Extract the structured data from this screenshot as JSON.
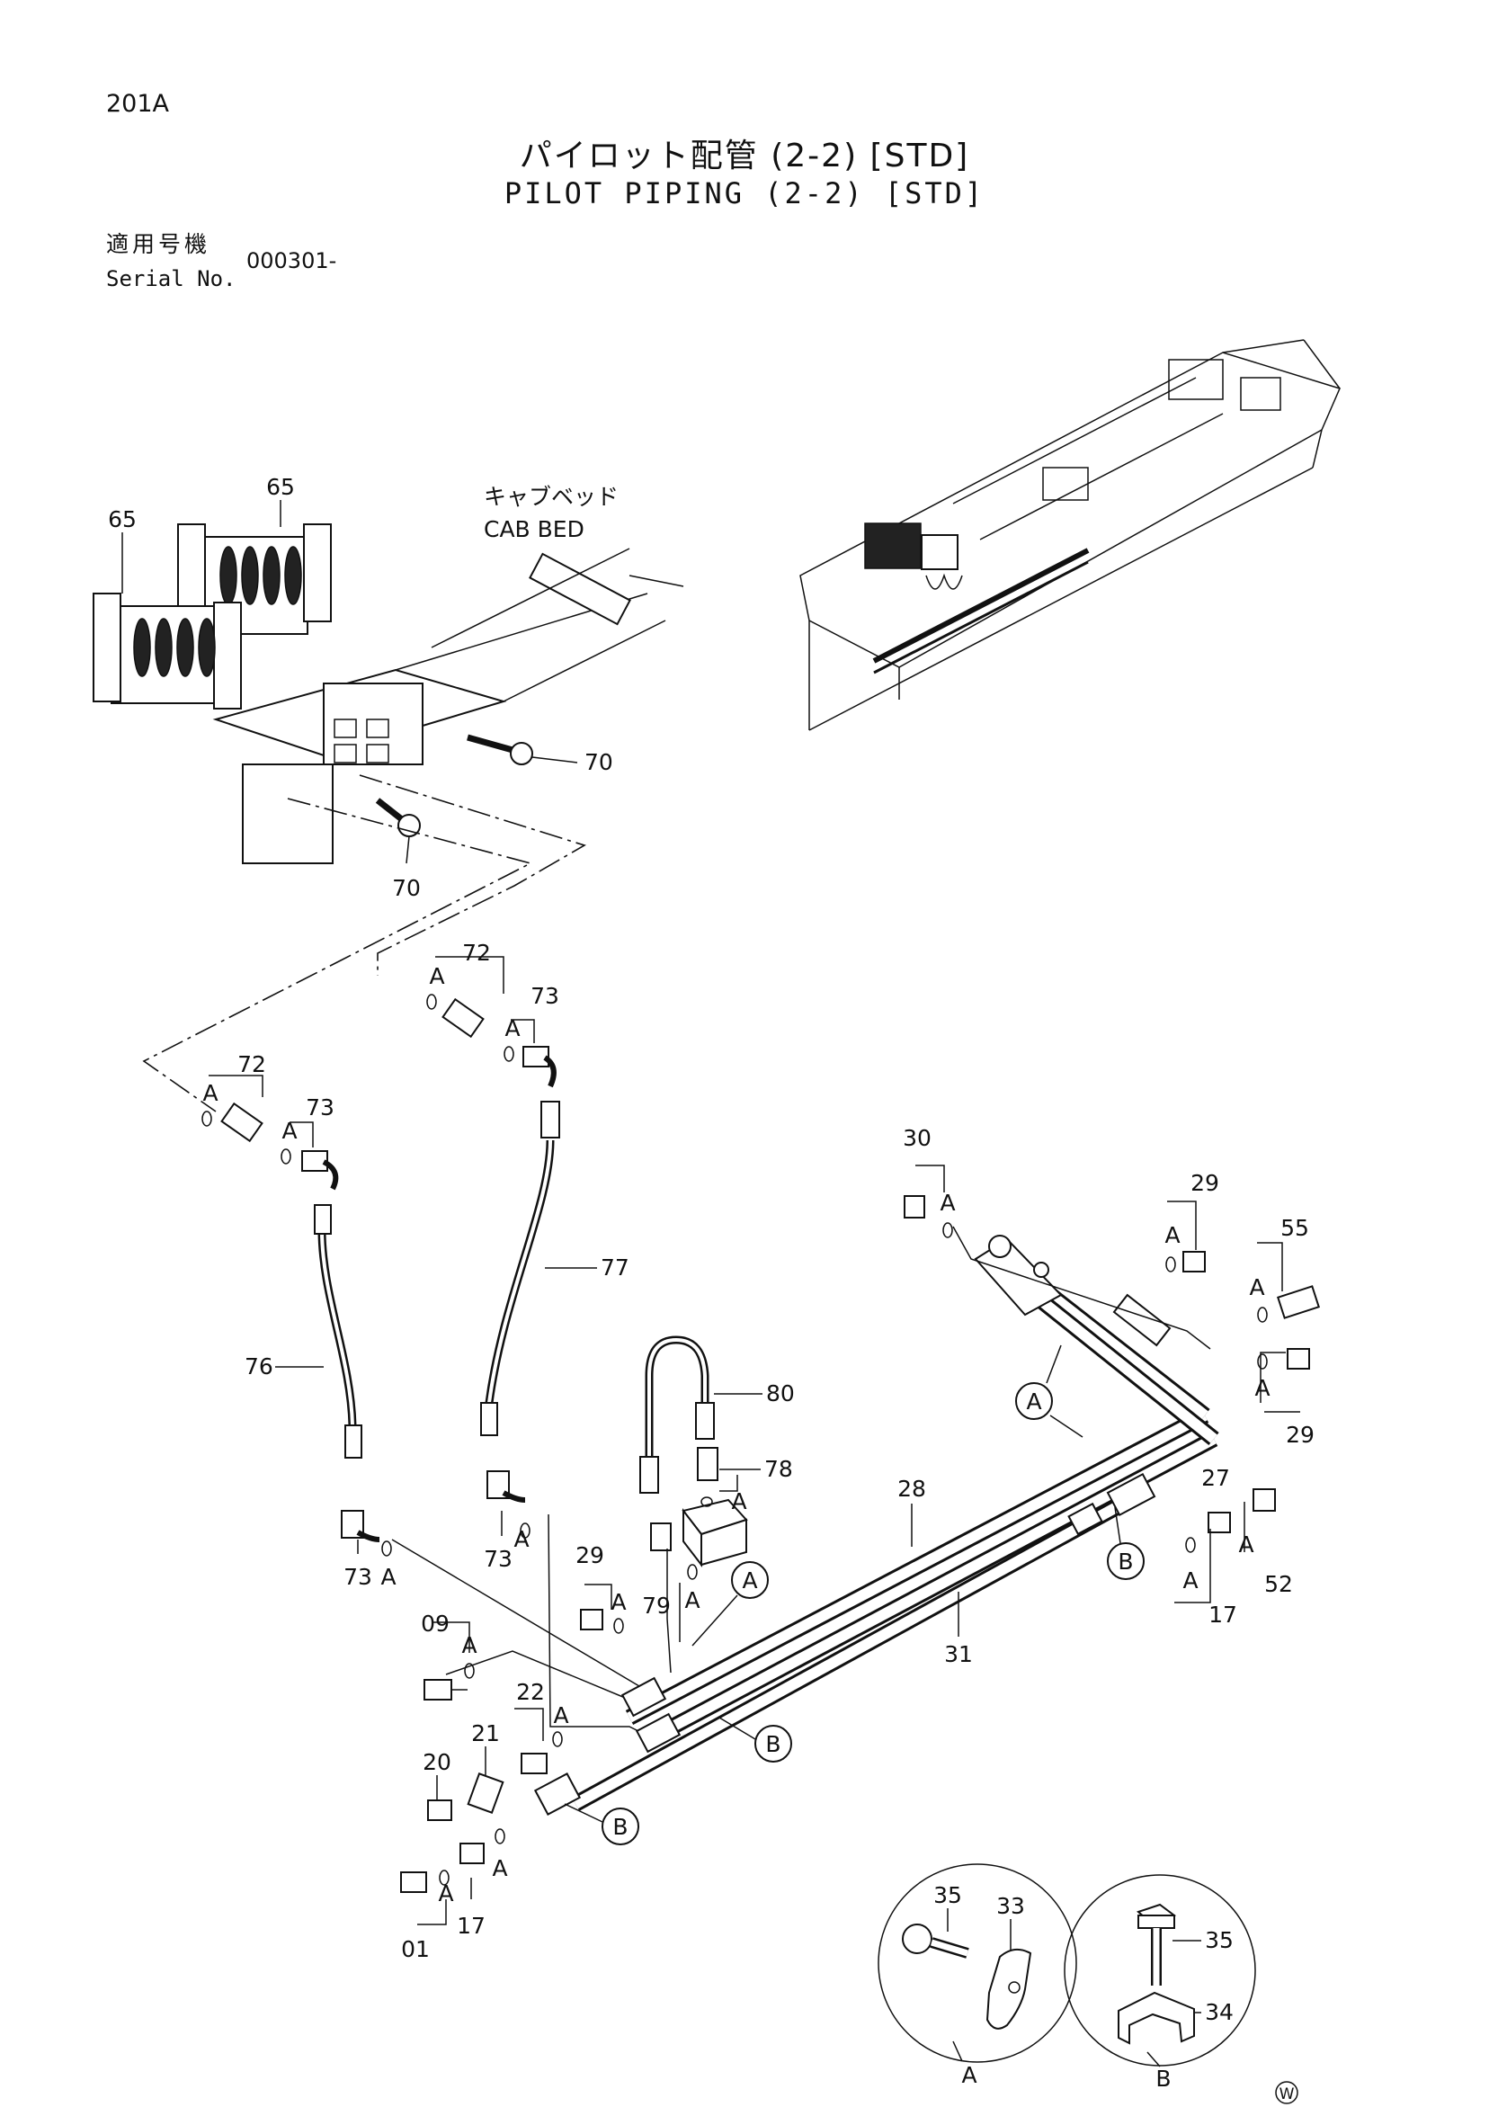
{
  "header": {
    "page_code": "201A",
    "title_jp": "パイロット配管 (2-2) [STD]",
    "title_en": "PILOT PIPING (2-2) [STD]",
    "serial_label_jp": "適用号機",
    "serial_label_en": "Serial No.",
    "serial_value": "000301-"
  },
  "cab_bed": {
    "jp": "キャブベッド",
    "en": "CAB BED"
  },
  "callouts": {
    "p65a": "65",
    "p65b": "65",
    "p70a": "70",
    "p70b": "70",
    "p72a": "72",
    "p72b": "72",
    "p73a": "73",
    "p73b": "73",
    "p73c": "73",
    "p73d": "73",
    "p76": "76",
    "p77": "77",
    "p80": "80",
    "p78": "78",
    "p79": "79",
    "p29a": "29",
    "p29b": "29",
    "p29c": "29",
    "p30": "30",
    "p55": "55",
    "p27": "27",
    "p28": "28",
    "p31": "31",
    "p17a": "17",
    "p17b": "17",
    "p52": "52",
    "p09": "09",
    "p22": "22",
    "p21": "21",
    "p20": "20",
    "p01": "01",
    "p35a": "35",
    "p33": "33",
    "p35b": "35",
    "p34": "34"
  },
  "seal_mark": "A",
  "detail_markers": {
    "a": "A",
    "b": "B"
  },
  "details": {
    "a": "A",
    "b": "B"
  },
  "watermark": "W"
}
